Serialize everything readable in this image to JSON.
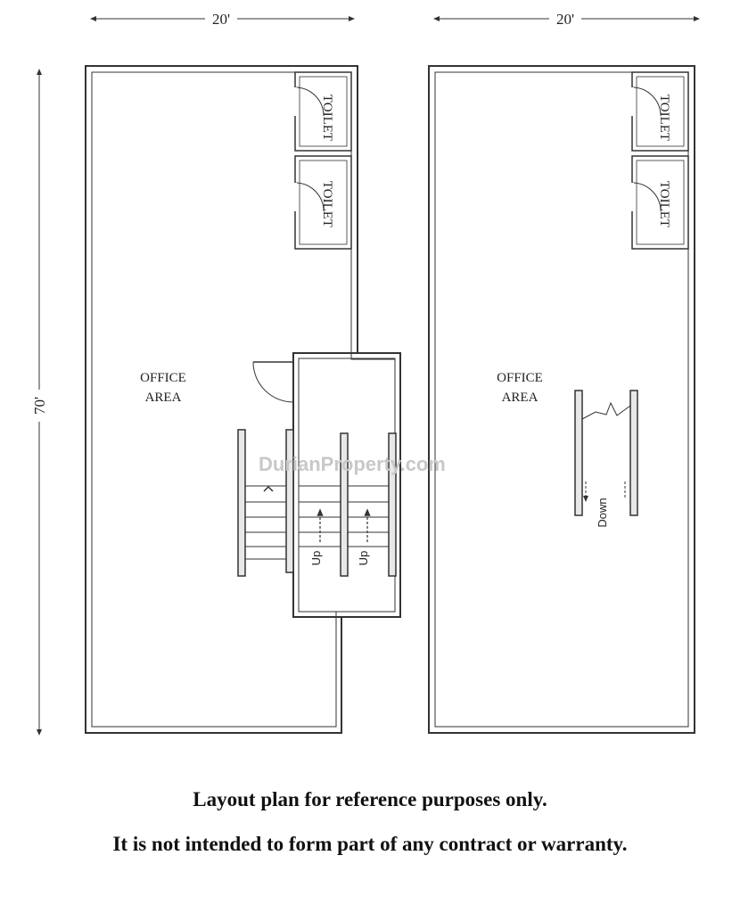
{
  "dimensions": {
    "left_width": "20'",
    "right_width": "20'",
    "depth": "70'"
  },
  "left_plan": {
    "office_line1": "OFFICE",
    "office_line2": "AREA",
    "toilet_top": "TOILET",
    "toilet_bottom": "TOILET",
    "stair_up_a": "Up",
    "stair_up_b": "Up"
  },
  "right_plan": {
    "office_line1": "OFFICE",
    "office_line2": "AREA",
    "toilet_top": "TOILET",
    "toilet_bottom": "TOILET",
    "stair_down": "Down"
  },
  "watermark": "DurianProperty.com",
  "caption": {
    "line1": "Layout plan for reference purposes only.",
    "line2": "It is not intended to form part of any contract or warranty."
  }
}
